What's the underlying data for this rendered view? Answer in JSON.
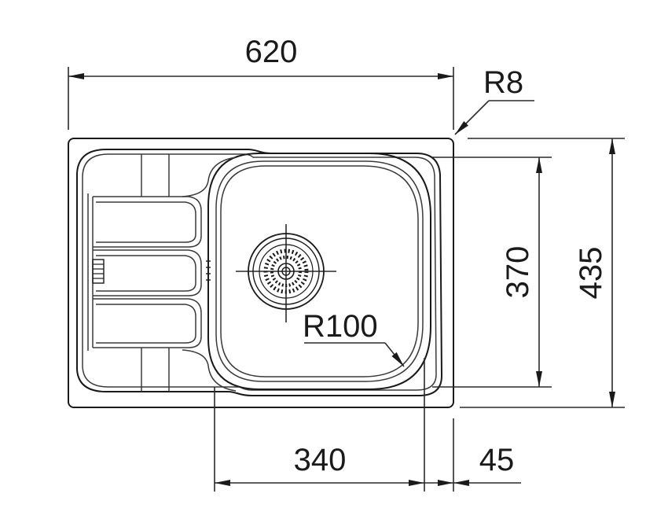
{
  "dimensions": {
    "overall_width": "620",
    "overall_height": "435",
    "bowl_height": "370",
    "bowl_width": "340",
    "rim_offset": "45",
    "corner_radius_outer": "R8",
    "corner_radius_bowl": "R100"
  },
  "colors": {
    "line": "#1a1a1a",
    "background": "#ffffff"
  }
}
